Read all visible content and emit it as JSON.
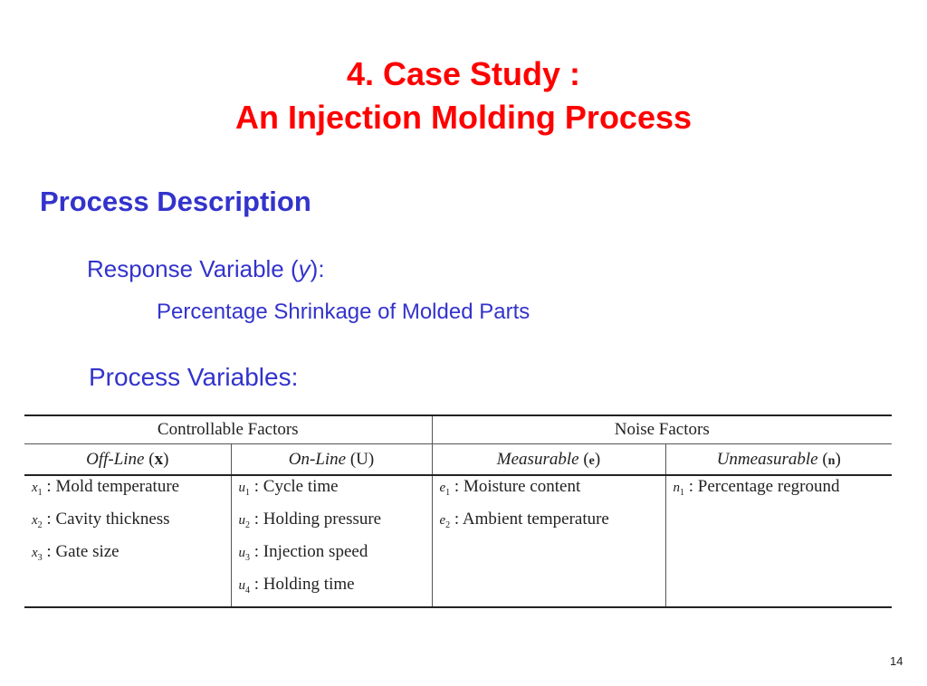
{
  "slide": {
    "title_line1": "4. Case Study :",
    "title_line2": "An Injection Molding Process",
    "section_heading": "Process Description",
    "response_label_prefix": "Response Variable (",
    "response_symbol": "y",
    "response_label_suffix": "):",
    "response_value": "Percentage Shrinkage of Molded Parts",
    "process_variables_label": "Process Variables:",
    "page_number": "14"
  },
  "table": {
    "groups": [
      "Controllable Factors",
      "Noise Factors"
    ],
    "subheaders": [
      {
        "name": "Off-Line",
        "symbol": "x"
      },
      {
        "name": "On-Line",
        "symbol": "U"
      },
      {
        "name": "Measurable",
        "symbol": "e"
      },
      {
        "name": "Unmeasurable",
        "symbol": "n"
      }
    ],
    "columns": [
      [
        {
          "var": "x",
          "index": "1",
          "label": ": Mold temperature"
        },
        {
          "var": "x",
          "index": "2",
          "label": ": Cavity thickness"
        },
        {
          "var": "x",
          "index": "3",
          "label": ": Gate size"
        }
      ],
      [
        {
          "var": "u",
          "index": "1",
          "label": ": Cycle time"
        },
        {
          "var": "u",
          "index": "2",
          "label": ": Holding pressure"
        },
        {
          "var": "u",
          "index": "3",
          "label": ": Injection speed"
        },
        {
          "var": "u",
          "index": "4",
          "label": ": Holding time"
        }
      ],
      [
        {
          "var": "e",
          "index": "1",
          "label": ": Moisture content"
        },
        {
          "var": "e",
          "index": "2",
          "label": ": Ambient temperature"
        }
      ],
      [
        {
          "var": "n",
          "index": "1",
          "label": ": Percentage reground"
        }
      ]
    ]
  }
}
